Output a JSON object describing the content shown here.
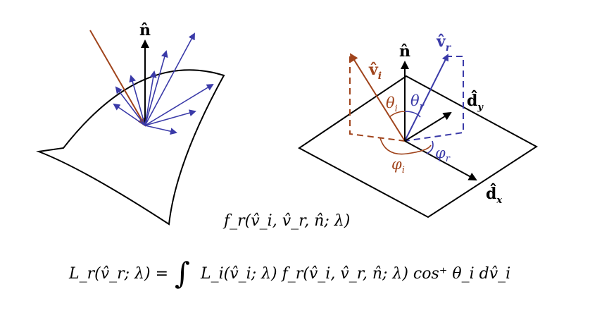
{
  "colors": {
    "incident": "#a0441c",
    "reflected": "#3a3aa8",
    "axis": "#000000",
    "surface": "#000000"
  },
  "left_panel": {
    "normal_label": "n̂"
  },
  "right_panel": {
    "normal_label": "n̂",
    "incident_label": "v̂",
    "incident_sub": "i",
    "reflected_label": "v̂",
    "reflected_sub": "r",
    "theta_i": "θ",
    "theta_i_sub": "i",
    "theta_r": "θ",
    "theta_r_sub": "r",
    "phi_i": "φ",
    "phi_i_sub": "i",
    "phi_r": "φ",
    "phi_r_sub": "r",
    "dx_label": "d̂",
    "dx_sub": "x",
    "dy_label": "d̂",
    "dy_sub": "y"
  },
  "equations": {
    "brdf": "f_r(v̂_i, v̂_r, n̂; λ)",
    "reflectance_lhs": "L_r(v̂_r; λ) =",
    "reflectance_rhs": "L_i(v̂_i; λ) f_r(v̂_i, v̂_r, n̂; λ) cos⁺ θ_i dv̂_i"
  }
}
